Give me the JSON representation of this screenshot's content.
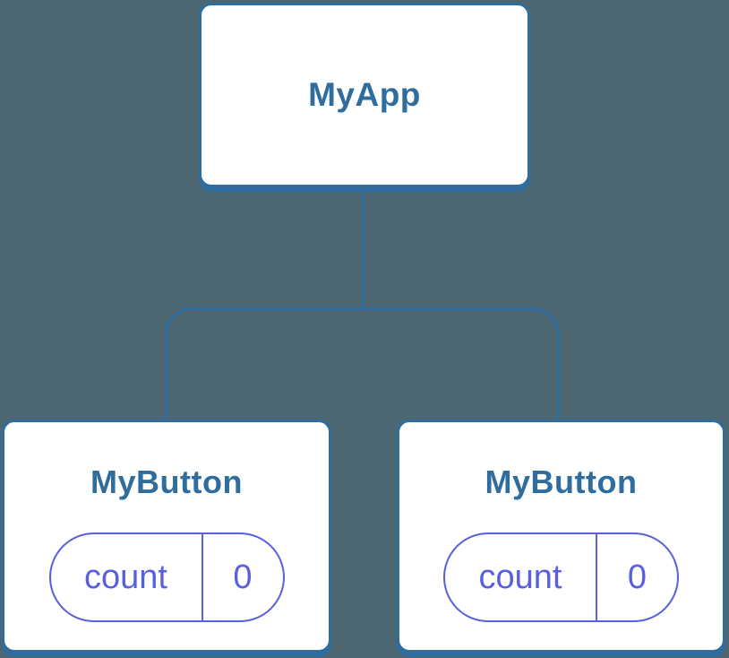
{
  "diagram": {
    "type": "component-tree",
    "colors": {
      "background": "#4C6772",
      "node_fill": "#FFFFFF",
      "node_stroke": "#2E6D9E",
      "node_text": "#2E6D9E",
      "state_accent": "#5A5FE0"
    },
    "root": {
      "label": "MyApp"
    },
    "children": [
      {
        "label": "MyButton",
        "state": {
          "key": "count",
          "value": "0"
        }
      },
      {
        "label": "MyButton",
        "state": {
          "key": "count",
          "value": "0"
        }
      }
    ]
  }
}
